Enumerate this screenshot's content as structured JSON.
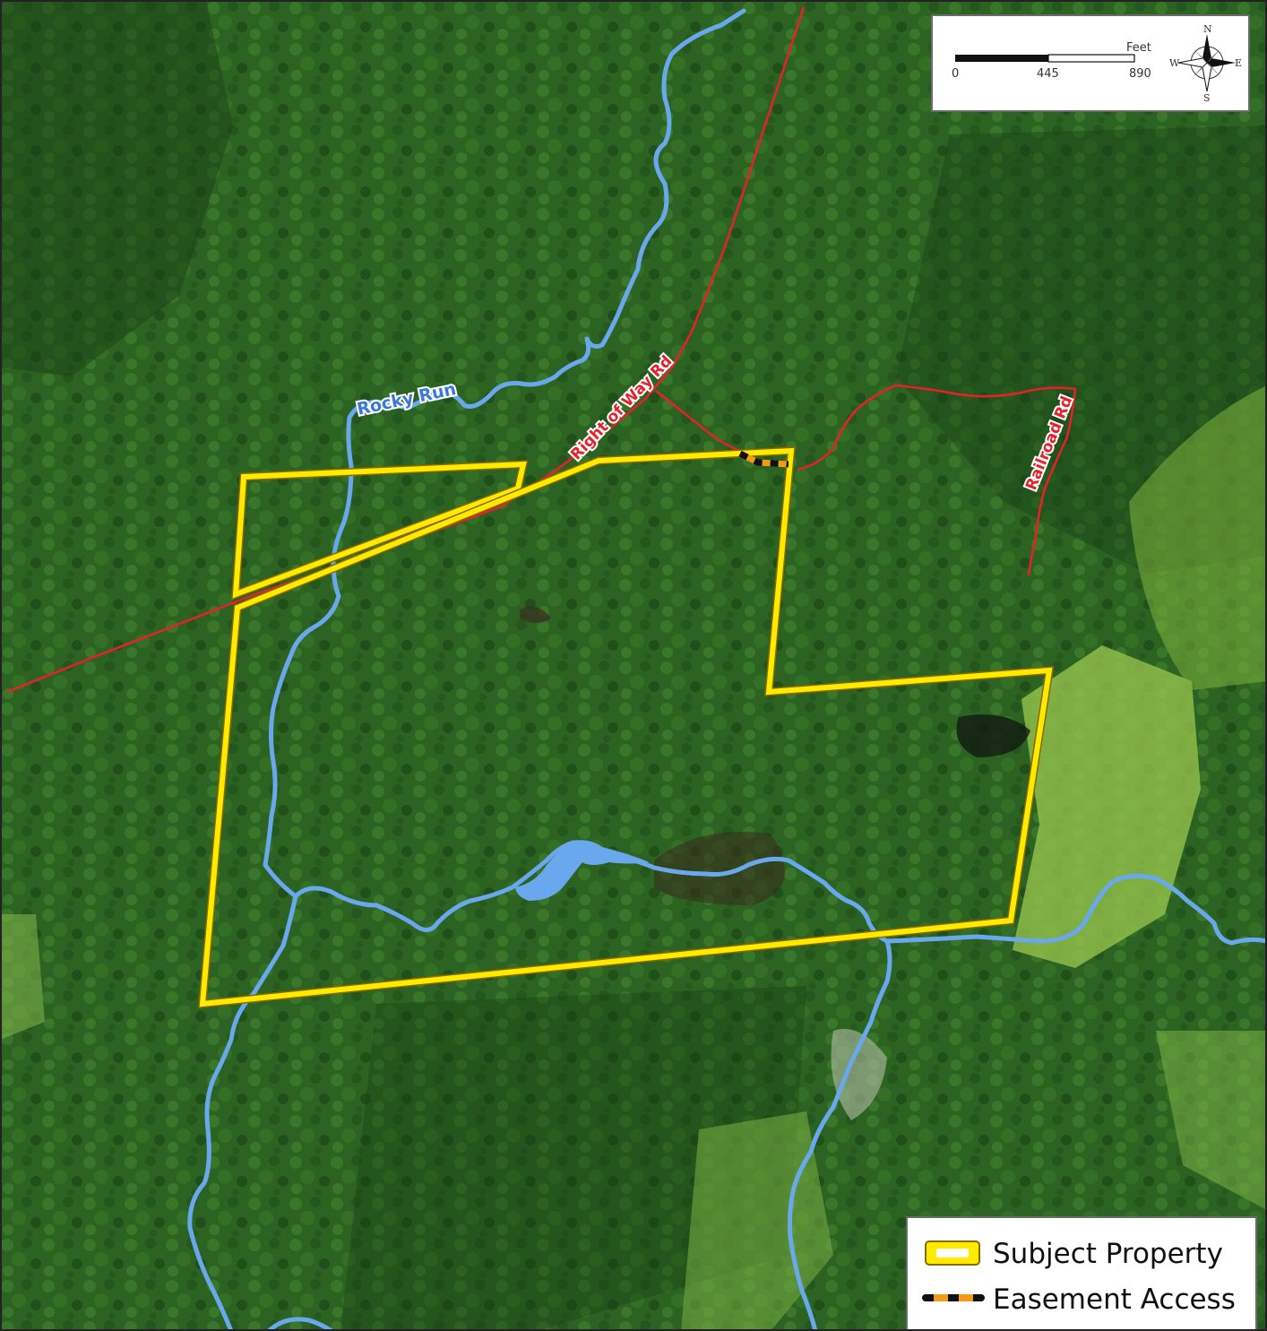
{
  "colors": {
    "property_outline": "#ffea00",
    "property_casing": "#8a6a00",
    "road": "#e8202a",
    "stream": "#6aa8ee",
    "easement_a": "#f29a1a",
    "easement_b": "#111111",
    "forest_dark": "#1d4718",
    "forest_mid": "#2f6a24",
    "meadow": "#8fbf45"
  },
  "labels": {
    "right_of_way_rd": "Right of Way Rd",
    "railroad_rd": "Railroad Rd",
    "rocky_run": "Rocky Run"
  },
  "scale_bar": {
    "unit": "Feet",
    "ticks": [
      "0",
      "445",
      "890"
    ]
  },
  "compass": {
    "n": "N",
    "s": "S",
    "e": "E",
    "w": "W"
  },
  "legend": {
    "items": [
      {
        "label": "Subject Property",
        "icon": "subject-property-swatch"
      },
      {
        "label": "Easement Access",
        "icon": "easement-access-swatch"
      }
    ]
  }
}
